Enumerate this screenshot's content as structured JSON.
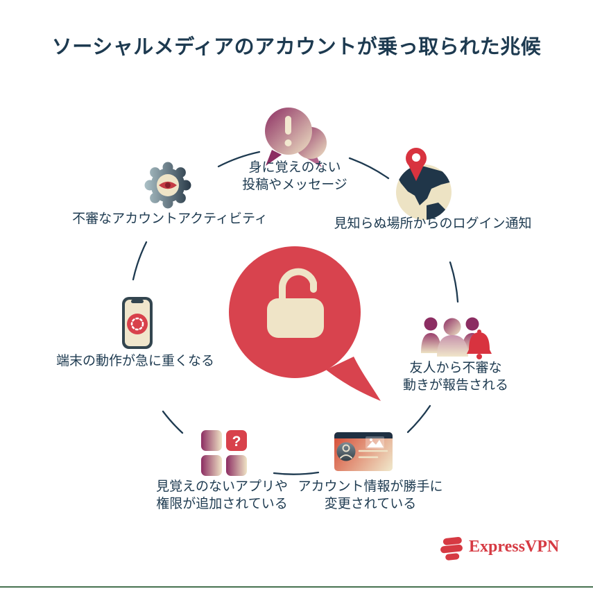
{
  "title": "ソーシャルメディアのアカウントが乗っ取られた兆候",
  "center": {
    "icon": "unlocked-padlock-in-speech-bubble"
  },
  "items": [
    {
      "id": "unknown-posts",
      "icon": "chat-bubbles-alert-icon",
      "lines": [
        "身に覚えのない",
        "投稿やメッセージ"
      ]
    },
    {
      "id": "login-notifications",
      "icon": "globe-location-pin-icon",
      "lines": [
        "見知らぬ場所からのログイン通知"
      ]
    },
    {
      "id": "friends-report",
      "icon": "people-bell-icon",
      "lines": [
        "友人から不審な",
        "動きが報告される"
      ]
    },
    {
      "id": "account-info-changed",
      "icon": "profile-card-icon",
      "lines": [
        "アカウント情報が勝手に",
        "変更されている"
      ]
    },
    {
      "id": "unknown-apps",
      "icon": "app-grid-question-icon",
      "badge": "?",
      "lines": [
        "見覚えのないアプリや",
        "権限が追加されている"
      ]
    },
    {
      "id": "device-slow",
      "icon": "phone-loading-icon",
      "lines": [
        "端末の動作が急に重くなる"
      ]
    },
    {
      "id": "suspicious-activity",
      "icon": "gear-eye-icon",
      "lines": [
        "不審なアカウントアクティビティ"
      ]
    }
  ],
  "footer": {
    "brand": "ExpressVPN"
  },
  "colors": {
    "background": "#ffffff",
    "text": "#1d3a50",
    "accent_red": "#d8424d",
    "pin_red": "#d8333f",
    "cream": "#efe4c7",
    "plum": "#8c2d62",
    "navy": "#203649",
    "bottom_rule_green": "#46714f"
  }
}
